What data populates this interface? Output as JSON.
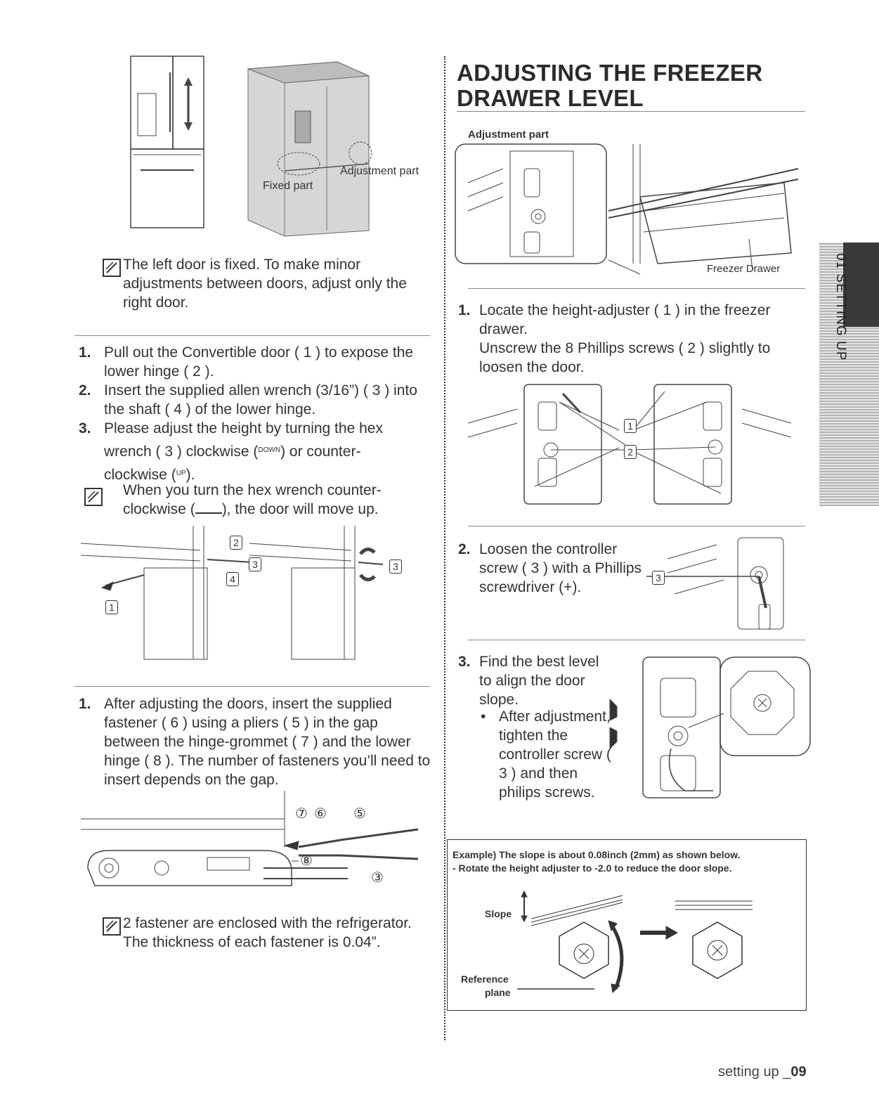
{
  "header": {
    "title": "ADJUSTING THE FREEZER DRAWER LEVEL"
  },
  "side_tab": {
    "label": "01 SETTING UP"
  },
  "left": {
    "fig1": {
      "adjustment_part": "Adjustment part",
      "fixed_part": "Fixed part"
    },
    "note1": "The left door is fixed. To make minor adjustments between doors, adjust only the right door.",
    "steps_a": [
      {
        "num": "1.",
        "text": "Pull out the Convertible door ( 1 ) to expose the lower hinge ( 2 )."
      },
      {
        "num": "2.",
        "text": "Insert the supplied allen wrench (3/16”) ( 3 ) into the shaft ( 4 ) of the lower hinge."
      },
      {
        "num": "3.",
        "line1": "Please adjust the height by turning the hex",
        "line2a": "wrench ( 3 ) clockwise (",
        "line2_down": "DOWN",
        "line2b": ") or counter-",
        "line3a": "clockwise (",
        "line3_up": "UP",
        "line3b": ")."
      }
    ],
    "note2_line1": "When you turn the hex wrench counter-",
    "note2_line2a": "clockwise (",
    "note2_line2b": "), the door will move up.",
    "fig2_labels": {
      "n1": "1",
      "n2": "2",
      "n3": "3",
      "n4": "4",
      "n3b": "3"
    },
    "steps_b": [
      {
        "num": "1.",
        "text": "After adjusting the doors, insert the supplied fastener ( 6 ) using a pliers ( 5 ) in the gap between the hinge-grommet ( 7 ) and the lower hinge ( 8 ). The number of fasteners you’ll need to insert depends on the gap."
      }
    ],
    "fig3_labels": {
      "n7": "⑦",
      "n6": "⑥",
      "n5": "⑤",
      "n8": "⑧",
      "n3": "③"
    },
    "note3": "2 fastener are enclosed with the refrigerator. The thickness of each fastener is 0.04”."
  },
  "right": {
    "fig_adj_label": "Adjustment part",
    "fig_freezer_label": "Freezer Drawer",
    "step1_num": "1.",
    "step1_text": "Locate the height-adjuster ( 1 ) in the freezer drawer.",
    "step1_text2": "Unscrew the 8 Phillips screws ( 2 ) slightly to loosen the door.",
    "fig_screw_labels": {
      "n1": "1",
      "n2": "2"
    },
    "step2_num": "2.",
    "step2_text": "Loosen the controller screw ( 3 ) with a Phillips screwdriver (+).",
    "fig_ctrl_label": "3",
    "step3_num": "3.",
    "step3_text": "Find the best level to align the door slope.",
    "step3_bullet": "After adjustment, tighten the controller screw ( 3 ) and then philips screws.",
    "example": {
      "line1": "Example) The slope is about 0.08inch (2mm) as shown below.",
      "line2": "-  Rotate the height adjuster to -2.0 to reduce the door slope.",
      "slope": "Slope",
      "reference": "Reference",
      "plane": "plane"
    }
  },
  "footer": {
    "text": "setting up _",
    "page": "09"
  }
}
